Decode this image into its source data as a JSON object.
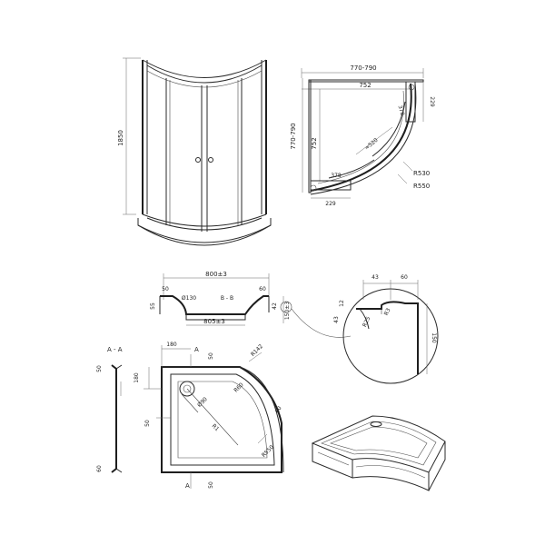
{
  "cabin_front": {
    "height": "1850"
  },
  "cabin_top": {
    "width_range": "770-790",
    "depth_range": "770-790",
    "inner_width": "752",
    "inner_depth": "752",
    "leg_right": "229",
    "leg_bottom": "229",
    "door_top": "378",
    "door_bottom": "378",
    "opening": "≈520",
    "radius_inner": "R530",
    "radius_outer": "R550"
  },
  "tray_section": {
    "width": "800±3",
    "inner": "805±3",
    "left_edge": "50",
    "left_height": "55",
    "drain": "Ø130",
    "section_label": "B - B",
    "right_edge": "60",
    "right_height": "42",
    "total_height": "150±3"
  },
  "detail": {
    "top_a": "43",
    "top_b": "60",
    "lip": "12",
    "side": "43",
    "r_a": "R3",
    "r_b": "R25",
    "height": "150"
  },
  "tray_top": {
    "section_label": "A - A",
    "marker_a": "A",
    "marker_b": "A",
    "dim_180_top": "180",
    "dim_180_side": "180",
    "dim_50_top": "50",
    "dim_50_side": "50",
    "dim_50_bottom": "50",
    "dim_60_right": "60",
    "radius_r142": "R142",
    "radius_r60": "R60",
    "drain": "Ø90",
    "rib": "R1",
    "radius_r550": "R550",
    "aa_top": "50",
    "aa_bottom": "60"
  }
}
